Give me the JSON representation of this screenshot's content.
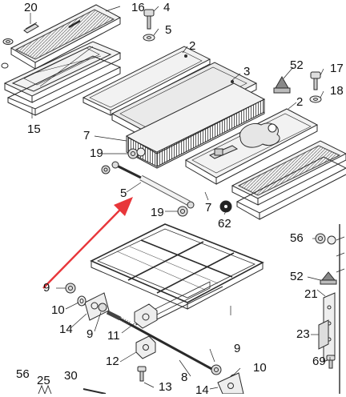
{
  "diagram": {
    "type": "exploded-parts-diagram",
    "colors": {
      "line": "#2a2a2a",
      "part_fill": "#f2f2f2",
      "panel_fill": "#e6e6e6",
      "arrow": "#e8363a"
    },
    "callouts": [
      {
        "label": "20",
        "part": "handle-clip"
      },
      {
        "label": "16",
        "part": "louver-panel"
      },
      {
        "label": "4",
        "part": "bolt"
      },
      {
        "label": "5",
        "part": "washer"
      },
      {
        "label": "2",
        "part": "side-panel"
      },
      {
        "label": "3",
        "part": "glass-panel"
      },
      {
        "label": "52",
        "part": "rubber-bumper"
      },
      {
        "label": "17",
        "part": "bolt"
      },
      {
        "label": "18",
        "part": "washer"
      },
      {
        "label": "2",
        "part": "side-panel"
      },
      {
        "label": "15",
        "part": "frame-tray"
      },
      {
        "label": "7",
        "part": "cover-panel"
      },
      {
        "label": "19",
        "part": "nut"
      },
      {
        "label": "5",
        "part": "gas-strut"
      },
      {
        "label": "19",
        "part": "nut"
      },
      {
        "label": "7",
        "part": "cover-panel"
      },
      {
        "label": "62",
        "part": "grommet"
      },
      {
        "label": "56",
        "part": "nut"
      },
      {
        "label": "52",
        "part": "rubber-bumper"
      },
      {
        "label": "21",
        "part": "hinge-plate"
      },
      {
        "label": "9",
        "part": "nut"
      },
      {
        "label": "10",
        "part": "washer"
      },
      {
        "label": "14",
        "part": "bracket"
      },
      {
        "label": "9",
        "part": "nut"
      },
      {
        "label": "11",
        "part": "pivot-block"
      },
      {
        "label": "12",
        "part": "clamp"
      },
      {
        "label": "13",
        "part": "bolt"
      },
      {
        "label": "8",
        "part": "shaft"
      },
      {
        "label": "9",
        "part": "nut"
      },
      {
        "label": "10",
        "part": "washer"
      },
      {
        "label": "14",
        "part": "bracket"
      },
      {
        "label": "23",
        "part": "bracket"
      },
      {
        "label": "69",
        "part": "bolt"
      },
      {
        "label": "56",
        "part": "nut"
      },
      {
        "label": "25",
        "part": "spring"
      },
      {
        "label": "30",
        "part": "rod"
      }
    ]
  }
}
